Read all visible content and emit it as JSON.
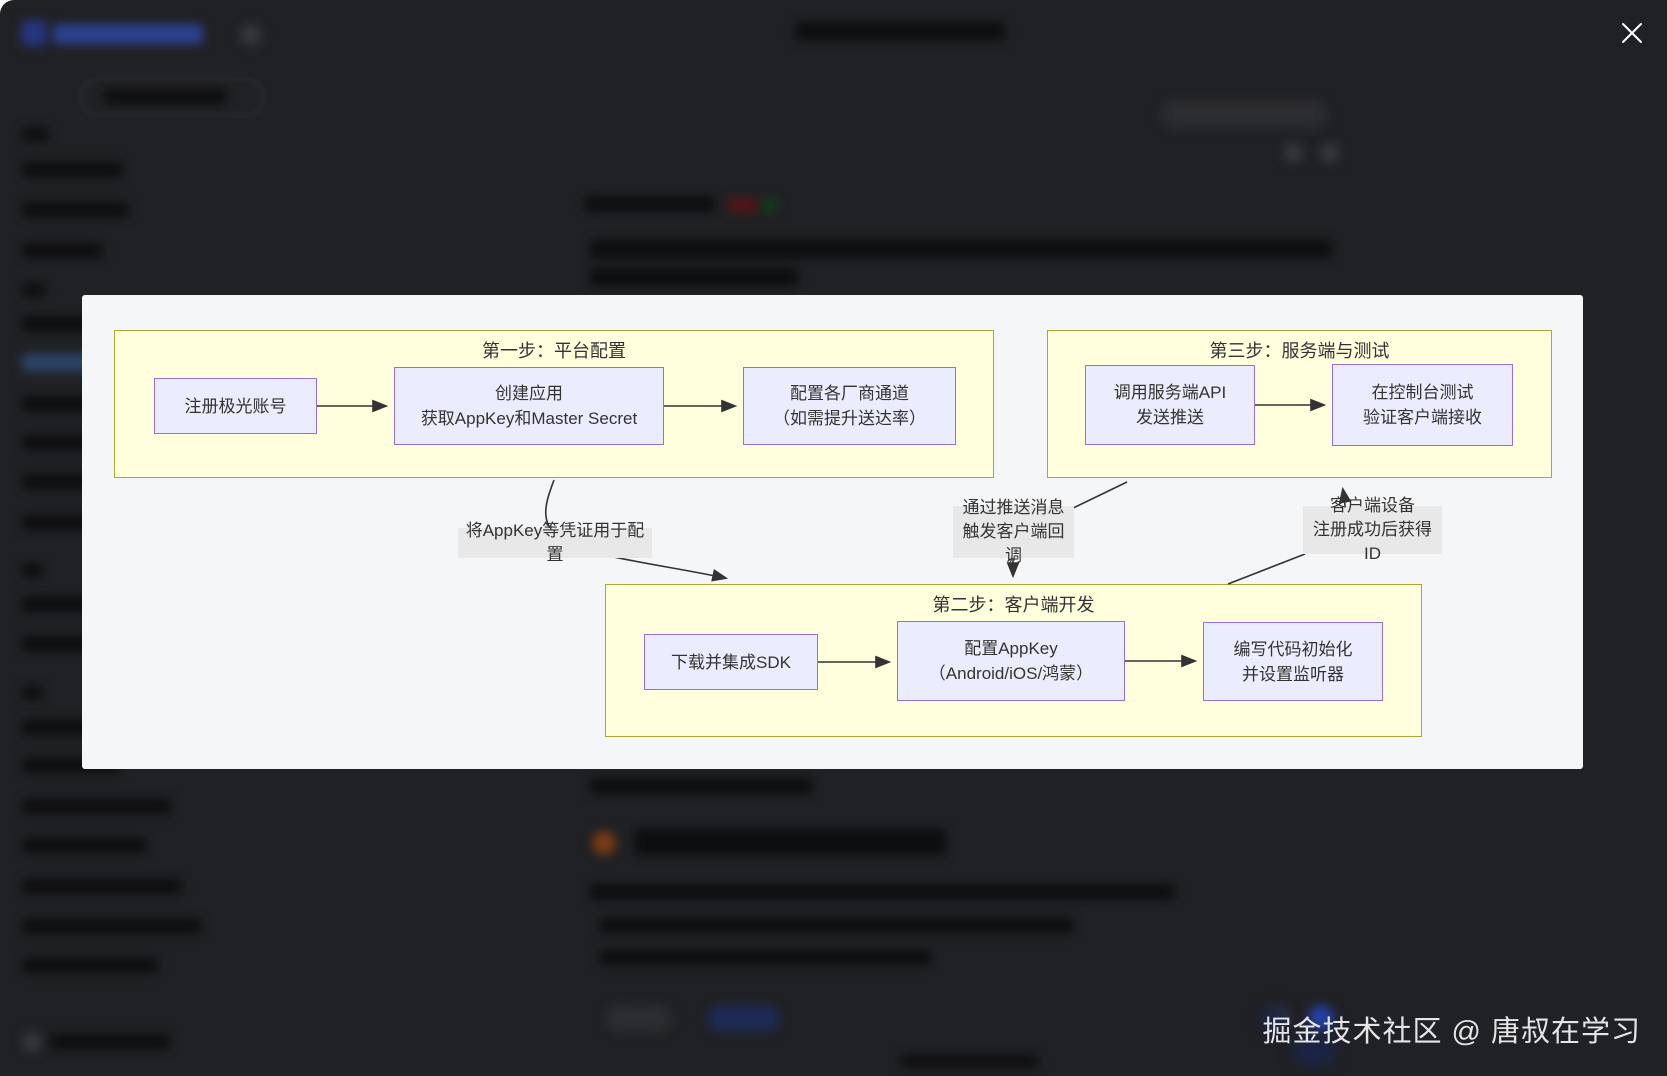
{
  "lightbox": {
    "close_icon": "close",
    "watermark": "掘金技术社区 @ 唐叔在学习"
  },
  "diagram": {
    "clusters": {
      "step1": {
        "title": "第一步：平台配置",
        "nodes": {
          "register": {
            "line1": "注册极光账号"
          },
          "create_app": {
            "line1": "创建应用",
            "line2": "获取AppKey和Master Secret"
          },
          "channels": {
            "line1": "配置各厂商通道",
            "line2": "（如需提升送达率）"
          }
        }
      },
      "step2": {
        "title": "第二步：客户端开发",
        "nodes": {
          "sdk": {
            "line1": "下载并集成SDK"
          },
          "config_key": {
            "line1": "配置AppKey",
            "line2": "（Android/iOS/鸿蒙）"
          },
          "init_code": {
            "line1": "编写代码初始化",
            "line2": "并设置监听器"
          }
        }
      },
      "step3": {
        "title": "第三步：服务端与测试",
        "nodes": {
          "call_api": {
            "line1": "调用服务端API",
            "line2": "发送推送"
          },
          "console_test": {
            "line1": "在控制台测试",
            "line2": "验证客户端接收"
          }
        }
      }
    },
    "edge_labels": {
      "appkey_config": {
        "line1": "将AppKey等凭证用于配置"
      },
      "push_callback": {
        "line1": "通过推送消息",
        "line2": "触发客户端回调"
      },
      "device_id": {
        "line1": "客户端设备",
        "line2": "注册成功后获得ID"
      }
    },
    "colors": {
      "cluster_fill": "#ffffde",
      "cluster_border": "#aaaa33",
      "node_fill": "#ececff",
      "node_border": "#9370db",
      "edge_label_bg": "#e8e8e8",
      "edge_stroke": "#333333",
      "text": "#333333"
    }
  }
}
